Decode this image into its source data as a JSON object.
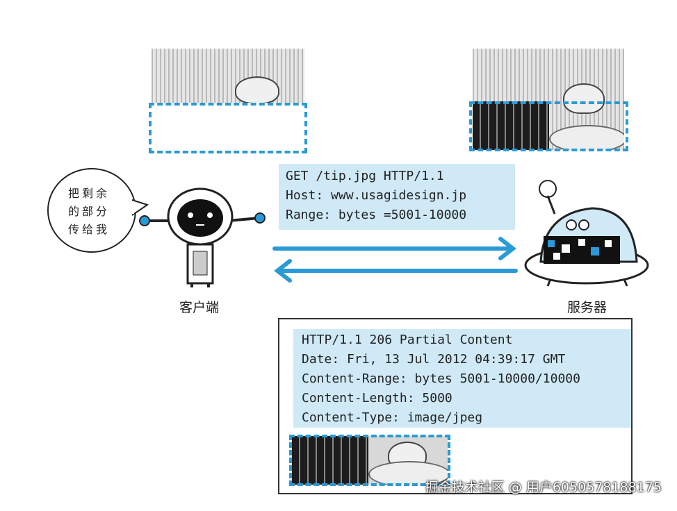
{
  "request": {
    "lines": [
      "GET /tip.jpg HTTP/1.1",
      "Host: www.usagidesign.jp",
      "Range: bytes =5001-10000"
    ]
  },
  "response": {
    "lines": [
      "HTTP/1.1 206 Partial Content",
      "Date: Fri, 13 Jul 2012 04:39:17 GMT",
      "Content-Range: bytes 5001-10000/10000",
      "Content-Length: 5000",
      "Content-Type: image/jpeg"
    ]
  },
  "client": {
    "label": "客户端",
    "bubble": "把剩余\n的部分\n传给我"
  },
  "server": {
    "label": "服务器"
  },
  "watermark": "掘金技术社区 @ 用户6050578188175",
  "colors": {
    "accent": "#2a9ad6",
    "box": "#cfe9f6"
  }
}
